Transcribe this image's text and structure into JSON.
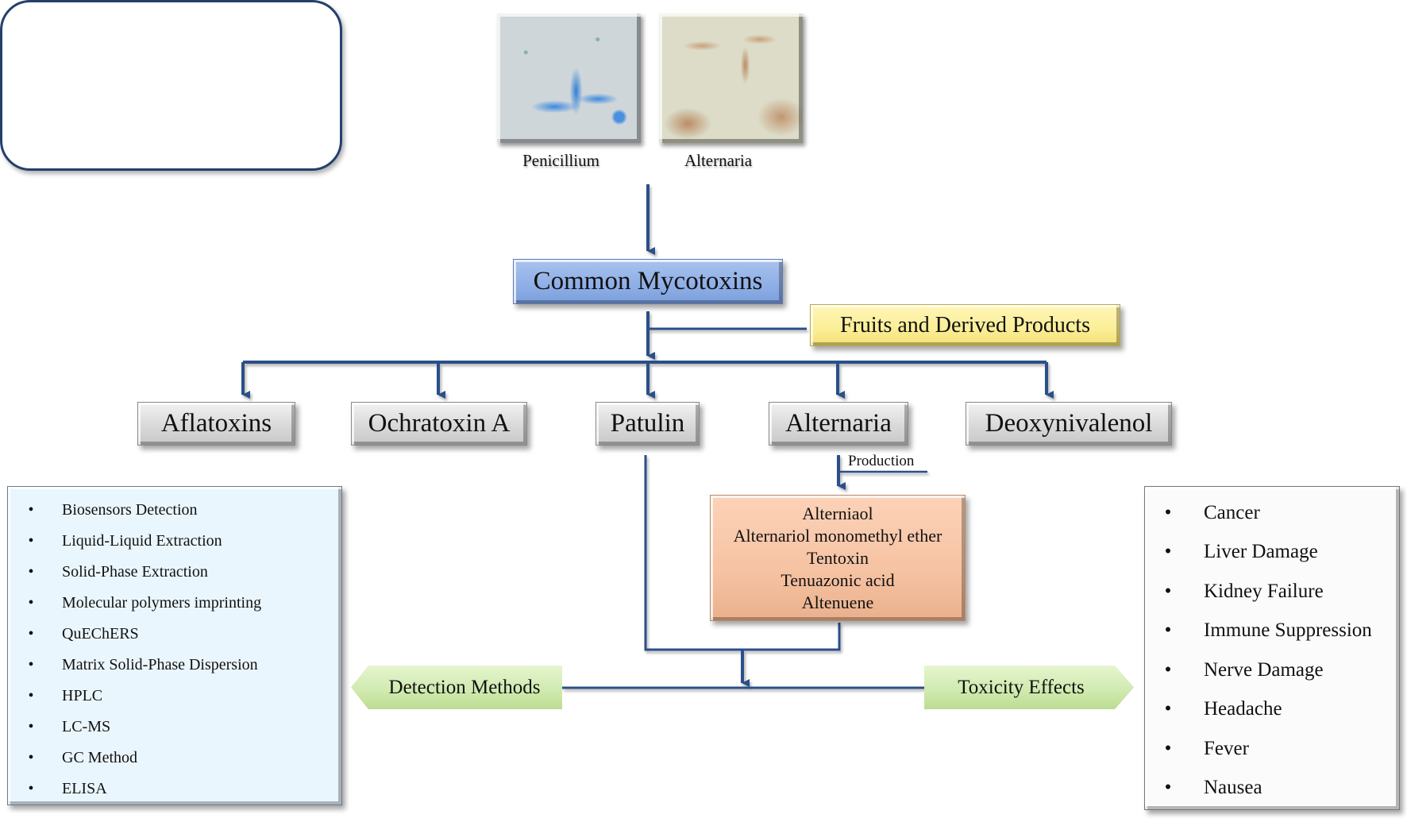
{
  "colors": {
    "connector": "#2c4f8a",
    "frame_border": "#23406e",
    "root_box": "#8eaee6",
    "source_box": "#fbee96",
    "toxin_box": "#d9d9d9",
    "metabolite_box": "#f6c3a3",
    "action_box": "#cfe9ad",
    "detection_panel": "#eaf6fd",
    "toxicity_panel": "#fbfbfb"
  },
  "fungi": {
    "images": [
      {
        "label": "Penicillium",
        "icon": "penicillium-micrograph"
      },
      {
        "label": "Alternaria",
        "icon": "alternaria-micrograph"
      }
    ]
  },
  "root": {
    "label": "Common Mycotoxins"
  },
  "source": {
    "label": "Fruits and Derived Products"
  },
  "toxins": [
    {
      "label": "Aflatoxins"
    },
    {
      "label": "Ochratoxin A"
    },
    {
      "label": "Patulin"
    },
    {
      "label": "Alternaria"
    },
    {
      "label": "Deoxynivalenol"
    }
  ],
  "production": {
    "label": "Production",
    "metabolites": [
      "Alterniaol",
      "Alternariol monomethyl ether",
      "Tentoxin",
      "Tenuazonic acid",
      "Altenuene"
    ]
  },
  "detection": {
    "label": "Detection Methods",
    "bullet": "•",
    "items": [
      "Biosensors Detection",
      "Liquid-Liquid Extraction",
      "Solid-Phase Extraction",
      "Molecular polymers imprinting",
      "QuEChERS",
      "Matrix Solid-Phase Dispersion",
      "HPLC",
      "LC-MS",
      "GC Method",
      "ELISA"
    ]
  },
  "toxicity": {
    "label": "Toxicity Effects",
    "bullet": "•",
    "items": [
      "Cancer",
      "Liver Damage",
      "Kidney Failure",
      "Immune Suppression",
      "Nerve Damage",
      "Headache",
      "Fever",
      "Nausea"
    ]
  }
}
